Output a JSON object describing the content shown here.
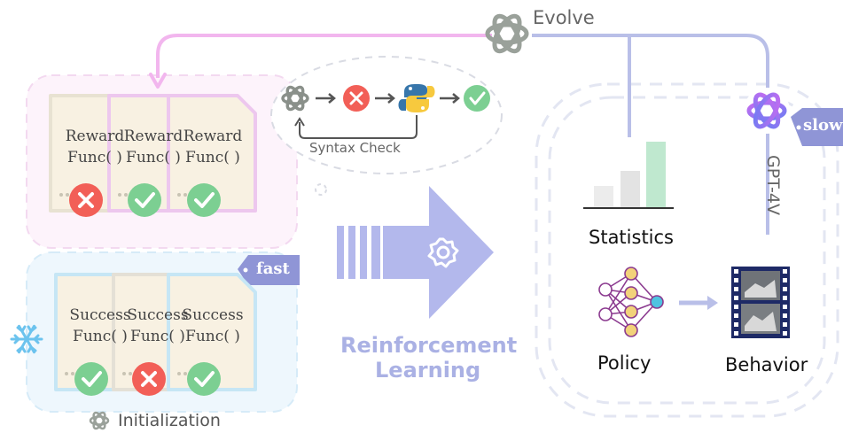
{
  "labels": {
    "evolve": "Evolve",
    "syntax_check": "Syntax Check",
    "statistics": "Statistics",
    "policy": "Policy",
    "behavior": "Behavior",
    "gpt4v": "GPT-4V",
    "slow": "slow",
    "fast": "fast",
    "initialization": "Initialization",
    "rl_line1": "Reinforcement",
    "rl_line2": "Learning"
  },
  "reward_docs": [
    {
      "line1": "Reward",
      "line2": "Func( )",
      "status": "fail"
    },
    {
      "line1": "Reward",
      "line2": "Func( )",
      "status": "pass"
    },
    {
      "line1": "Reward",
      "line2": "Func( )",
      "status": "pass"
    }
  ],
  "success_docs": [
    {
      "line1": "Success",
      "line2": "Func( )",
      "status": "pass"
    },
    {
      "line1": "Success",
      "line2": "Func( )",
      "status": "fail"
    },
    {
      "line1": "Success",
      "line2": "Func( )",
      "status": "pass"
    }
  ],
  "colors": {
    "pink_arrow": "#f2b6ee",
    "blue_arrow": "#b9bfe8",
    "rl_arrow": "#b3b8ec",
    "rl_text": "#aab1e4",
    "fail_red": "#f25f57",
    "pass_green": "#7ccf92",
    "bar_green": "#bfe8cf",
    "tag_blue": "#8f95d6",
    "snowflake": "#6cc3ee"
  }
}
